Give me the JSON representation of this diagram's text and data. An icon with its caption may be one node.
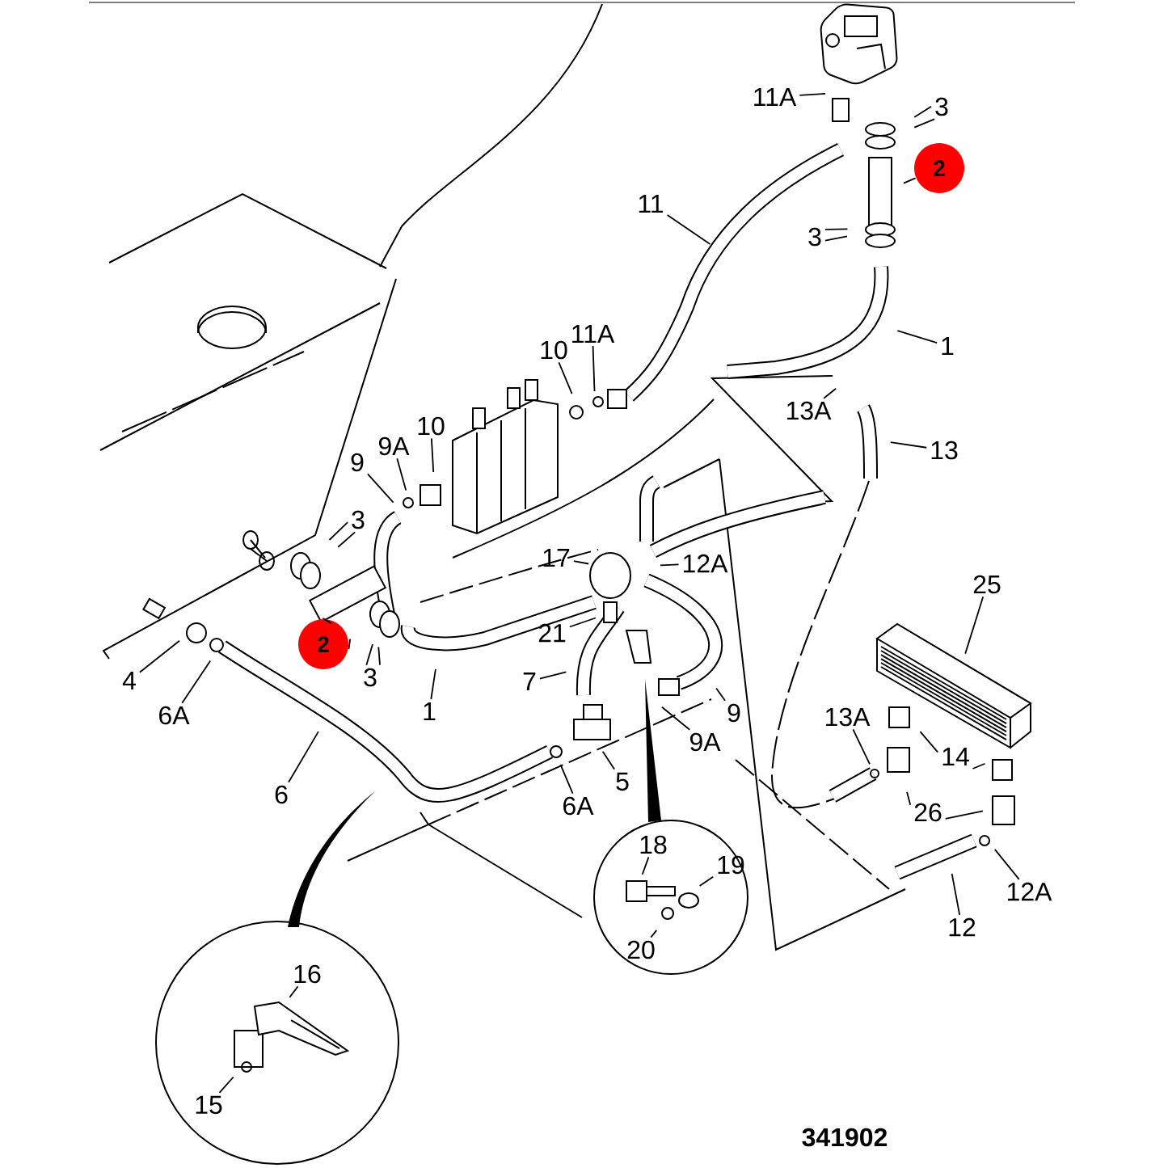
{
  "diagram": {
    "nodes": [
      {
        "text": [
          "11A"
        ]
      },
      {
        "text": [
          "3"
        ]
      },
      {
        "text": [
          "2"
        ]
      },
      {
        "text": [
          "3"
        ]
      },
      {
        "text": [
          "11"
        ]
      },
      {
        "text": [
          "1"
        ]
      },
      {
        "text": [
          "10"
        ]
      },
      {
        "text": [
          "11A"
        ]
      },
      {
        "text": [
          "13A"
        ]
      },
      {
        "text": [
          "13"
        ]
      },
      {
        "text": [
          "9"
        ]
      },
      {
        "text": [
          "9A"
        ]
      },
      {
        "text": [
          "10"
        ]
      },
      {
        "text": [
          "3"
        ]
      },
      {
        "text": [
          "17"
        ]
      },
      {
        "text": [
          "12A"
        ]
      },
      {
        "text": [
          "21"
        ]
      },
      {
        "text": [
          "2"
        ]
      },
      {
        "text": [
          "3"
        ]
      },
      {
        "text": [
          "4"
        ]
      },
      {
        "text": [
          "6A"
        ]
      },
      {
        "text": [
          "1"
        ]
      },
      {
        "text": [
          "7"
        ]
      },
      {
        "text": [
          "9"
        ]
      },
      {
        "text": [
          "9A"
        ]
      },
      {
        "text": [
          "6"
        ]
      },
      {
        "text": [
          "5"
        ]
      },
      {
        "text": [
          "6A"
        ]
      },
      {
        "text": [
          "25"
        ]
      },
      {
        "text": [
          "13A"
        ]
      },
      {
        "text": [
          "14"
        ]
      },
      {
        "text": [
          "26"
        ]
      },
      {
        "text": [
          "12A"
        ]
      },
      {
        "text": [
          "12"
        ]
      },
      {
        "text": [
          "18"
        ]
      },
      {
        "text": [
          "19"
        ]
      },
      {
        "text": [
          "20"
        ]
      },
      {
        "text": [
          "16"
        ]
      },
      {
        "text": [
          "15"
        ]
      }
    ],
    "edges": [
      {
        "from": 0,
        "to": null,
        "arrow": "none"
      },
      {
        "from": 1,
        "to": null,
        "arrow": "none"
      },
      {
        "from": 1,
        "to": null,
        "arrow": "none"
      },
      {
        "from": 2,
        "to": null,
        "arrow": "none"
      },
      {
        "from": 3,
        "to": null,
        "arrow": "none"
      },
      {
        "from": 3,
        "to": null,
        "arrow": "none"
      },
      {
        "from": 4,
        "to": null,
        "arrow": "none"
      },
      {
        "from": 5,
        "to": null,
        "arrow": "none"
      },
      {
        "from": 6,
        "to": null,
        "arrow": "none"
      },
      {
        "from": 7,
        "to": null,
        "arrow": "none"
      },
      {
        "from": 8,
        "to": null,
        "arrow": "none"
      },
      {
        "from": 9,
        "to": null,
        "arrow": "none"
      },
      {
        "from": 10,
        "to": null,
        "arrow": "none"
      },
      {
        "from": 11,
        "to": null,
        "arrow": "none"
      },
      {
        "from": 12,
        "to": null,
        "arrow": "none"
      },
      {
        "from": 13,
        "to": null,
        "arrow": "none"
      },
      {
        "from": 13,
        "to": null,
        "arrow": "none"
      },
      {
        "from": 14,
        "to": null,
        "arrow": "none"
      },
      {
        "from": 15,
        "to": null,
        "arrow": "none"
      },
      {
        "from": 16,
        "to": null,
        "arrow": "none"
      },
      {
        "from": 17,
        "to": null,
        "arrow": "none"
      },
      {
        "from": 17,
        "to": null,
        "arrow": "none"
      },
      {
        "from": 18,
        "to": null,
        "arrow": "none"
      },
      {
        "from": 18,
        "to": null,
        "arrow": "none"
      },
      {
        "from": 19,
        "to": null,
        "arrow": "none"
      },
      {
        "from": 20,
        "to": null,
        "arrow": "none"
      },
      {
        "from": 21,
        "to": null,
        "arrow": "none"
      },
      {
        "from": 22,
        "to": null,
        "arrow": "none"
      },
      {
        "from": 23,
        "to": null,
        "arrow": "none"
      },
      {
        "from": 24,
        "to": null,
        "arrow": "none"
      },
      {
        "from": 25,
        "to": null,
        "arrow": "none"
      },
      {
        "from": 26,
        "to": null,
        "arrow": "none"
      },
      {
        "from": 27,
        "to": null,
        "arrow": "none"
      },
      {
        "from": 28,
        "to": null,
        "arrow": "none"
      },
      {
        "from": 29,
        "to": null,
        "arrow": "none"
      },
      {
        "from": 30,
        "to": null,
        "arrow": "none"
      },
      {
        "from": 30,
        "to": null,
        "arrow": "none"
      },
      {
        "from": 31,
        "to": null,
        "arrow": "none"
      },
      {
        "from": 31,
        "to": null,
        "arrow": "none"
      },
      {
        "from": 32,
        "to": null,
        "arrow": "none"
      },
      {
        "from": 33,
        "to": null,
        "arrow": "none"
      },
      {
        "from": 34,
        "to": null,
        "arrow": "none"
      },
      {
        "from": 35,
        "to": null,
        "arrow": "none"
      },
      {
        "from": 36,
        "to": null,
        "arrow": "none"
      },
      {
        "from": 37,
        "to": null,
        "arrow": "none"
      },
      {
        "from": 38,
        "to": null,
        "arrow": "none"
      }
    ],
    "labels": [
      "341902"
    ]
  }
}
